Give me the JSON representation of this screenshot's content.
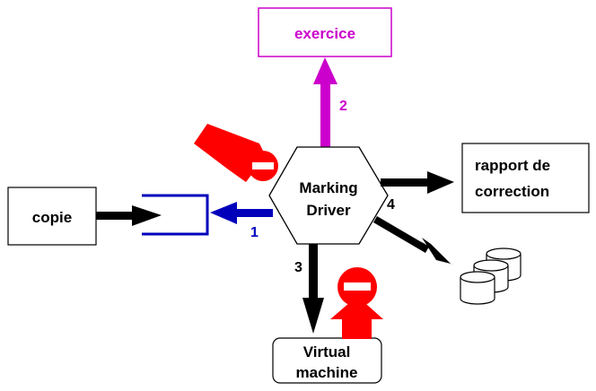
{
  "nodes": {
    "exercice": "exercice",
    "copie": "copie",
    "driver_line1": "Marking",
    "driver_line2": "Driver",
    "rapport_line1": "rapport de",
    "rapport_line2": "correction",
    "vm_line1": "Virtual",
    "vm_line2": "machine"
  },
  "step_labels": {
    "one": "1",
    "two": "2",
    "three": "3",
    "four": "4"
  },
  "colors": {
    "exercice": "#cc00cc",
    "queue": "#0000bb",
    "forbidden": "#ff0000",
    "black": "#000000"
  },
  "icons": {
    "queue": "queue-bracket-icon",
    "database": "database-stack-icon",
    "no_entry": "no-entry-icon",
    "hand_arrow": "blocking-arrow-icon"
  }
}
